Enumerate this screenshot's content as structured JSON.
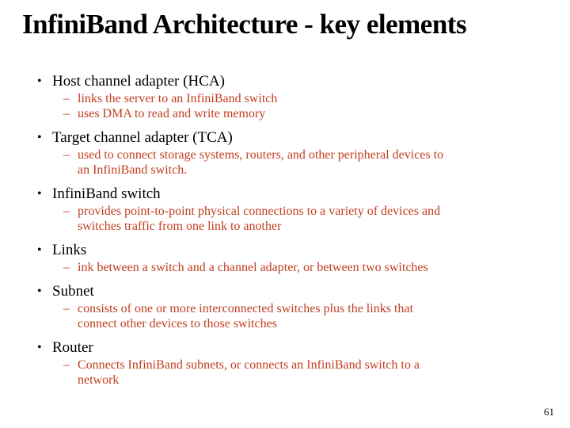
{
  "title": "InfiniBand Architecture - key elements",
  "page_number": "61",
  "markers": {
    "bullet": "•",
    "dash": "–"
  },
  "colors": {
    "title_text": "#000000",
    "bullet_text": "#000000",
    "sub_bullet_text": "#C13E20",
    "background": "#FFFFFF"
  },
  "bullets": [
    {
      "label": "Host channel adapter (HCA)",
      "subs": [
        "links the server to an InfiniBand switch",
        "uses DMA to read and write memory"
      ]
    },
    {
      "label": "Target channel adapter (TCA)",
      "subs": [
        "used to connect storage systems, routers, and other peripheral devices to\nan InfiniBand switch."
      ]
    },
    {
      "label": "InfiniBand switch",
      "subs": [
        "provides point-to-point physical connections to a variety of devices and\nswitches traffic from one link to another"
      ]
    },
    {
      "label": "Links",
      "subs": [
        "ink between a switch and a channel adapter, or between two switches"
      ]
    },
    {
      "label": "Subnet",
      "subs": [
        "consists of one or more interconnected switches plus the links that\nconnect other devices to those switches"
      ]
    },
    {
      "label": "Router",
      "subs": [
        "Connects InfiniBand subnets, or connects an InfiniBand switch to a\nnetwork"
      ]
    }
  ]
}
